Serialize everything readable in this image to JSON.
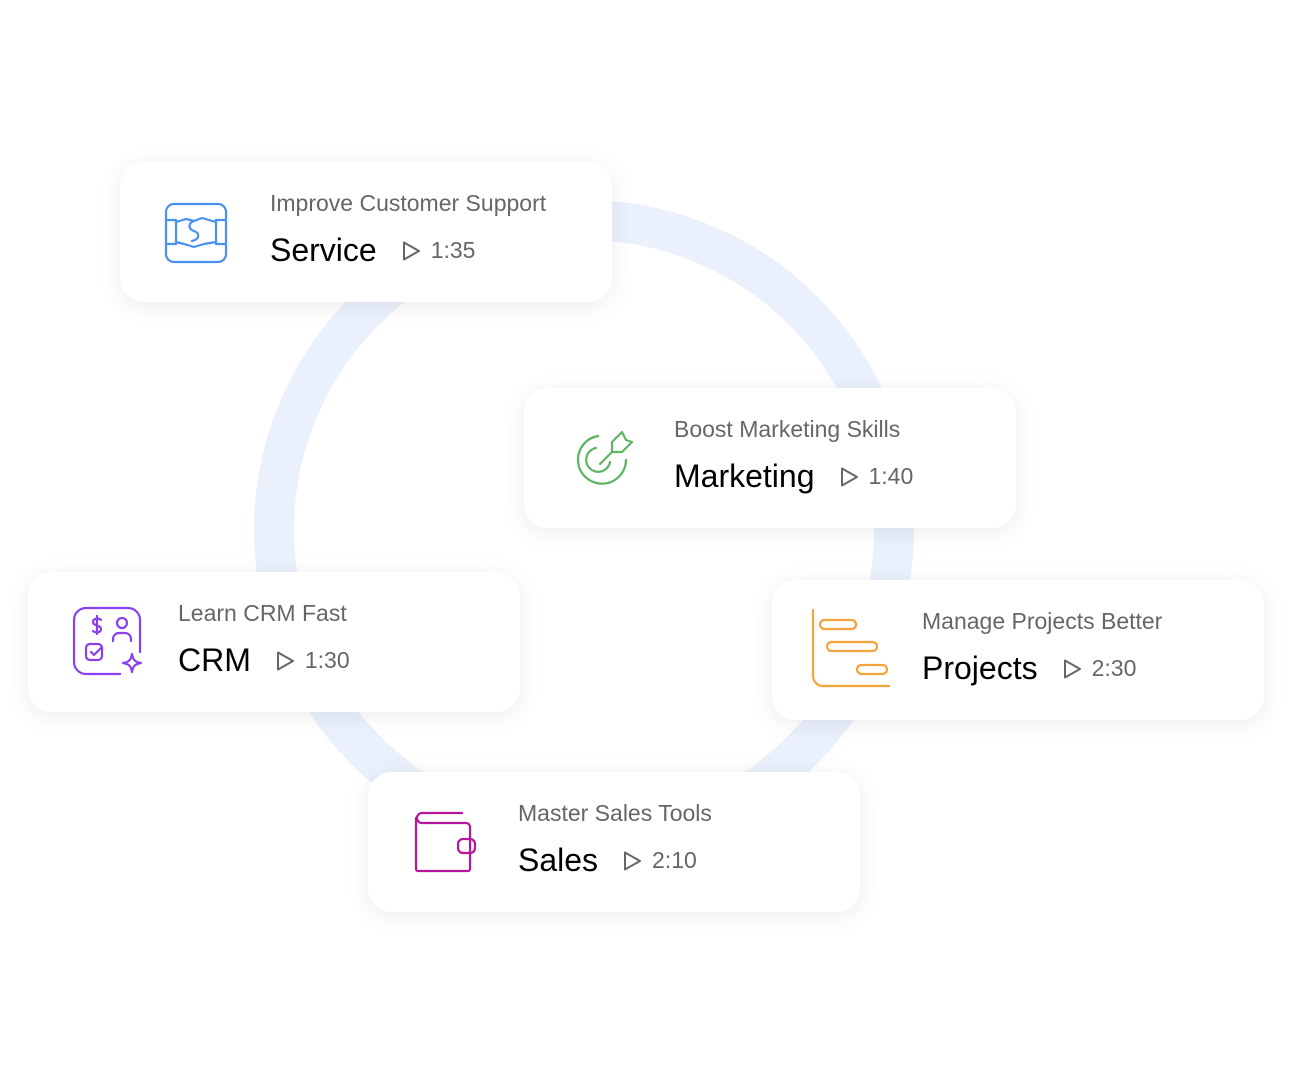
{
  "cards": [
    {
      "subtitle": "Improve Customer Support",
      "title": "Service",
      "duration": "1:35",
      "icon": "handshake-icon",
      "color": "#4a8ff2"
    },
    {
      "subtitle": "Boost Marketing Skills",
      "title": "Marketing",
      "duration": "1:40",
      "icon": "target-icon",
      "color": "#5cb562"
    },
    {
      "subtitle": "Learn CRM Fast",
      "title": "CRM",
      "duration": "1:30",
      "icon": "crm-icon",
      "color": "#8a3ff0"
    },
    {
      "subtitle": "Manage Projects Better",
      "title": "Projects",
      "duration": "2:30",
      "icon": "gantt-icon",
      "color": "#f6a33d"
    },
    {
      "subtitle": "Master Sales Tools",
      "title": "Sales",
      "duration": "2:10",
      "icon": "wallet-icon",
      "color": "#b5169c"
    }
  ]
}
